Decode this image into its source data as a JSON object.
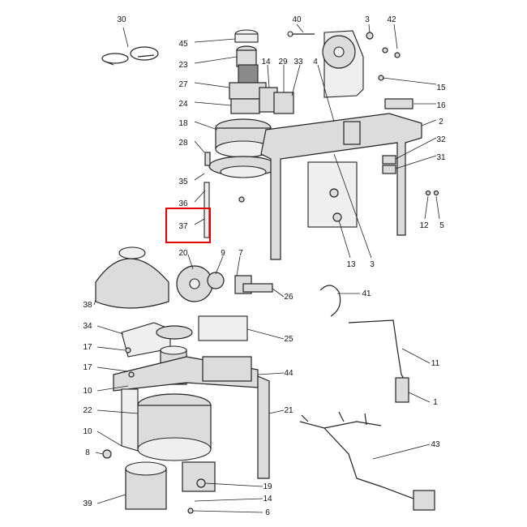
{
  "diagram": {
    "highlight": {
      "label": "37",
      "color": "#e00000"
    },
    "callouts": [
      "30",
      "40",
      "3",
      "42",
      "45",
      "23",
      "14",
      "29",
      "33",
      "4",
      "15",
      "27",
      "16",
      "24",
      "18",
      "2",
      "32",
      "28",
      "31",
      "35",
      "36",
      "37",
      "12",
      "5",
      "13",
      "3",
      "20",
      "9",
      "7",
      "41",
      "38",
      "26",
      "34",
      "25",
      "17",
      "44",
      "11",
      "17",
      "10",
      "22",
      "21",
      "1",
      "10",
      "43",
      "8",
      "39",
      "19",
      "14",
      "6"
    ]
  }
}
